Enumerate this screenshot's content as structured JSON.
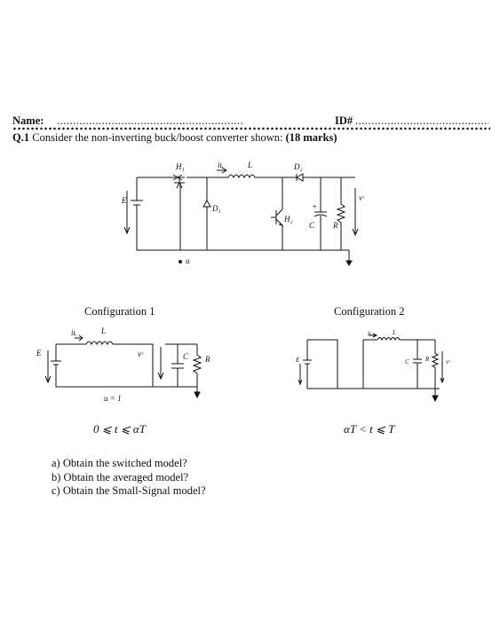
{
  "header": {
    "name_label": "Name:",
    "id_label": "ID#",
    "name_dots": "......................................................................",
    "id_dots": "..............................................."
  },
  "question": {
    "number": "Q.1",
    "text": "Consider the non-inverting buck/boost converter shown:",
    "marks": "(18 marks)"
  },
  "main_circuit": {
    "labels": {
      "E": "E",
      "H1": "H₁",
      "iL": "iʟ",
      "L": "L",
      "D2": "D₂",
      "D1": "D₁",
      "H2": "H₂",
      "C": "C",
      "R": "R",
      "vc": "vᶜ",
      "u": "u",
      "plus": "+"
    }
  },
  "configurations": [
    {
      "title": "Configuration 1",
      "interval": "0 ⩽ t ⩽ αT",
      "labels": {
        "E": "E",
        "iL": "iʟ",
        "L": "L",
        "vc": "vᶜ",
        "C": "C",
        "R": "R",
        "u_eq": "u = 1"
      }
    },
    {
      "title": "Configuration 2",
      "interval": "αT < t ⩽ T",
      "labels": {
        "E": "E",
        "iL": "iʟ",
        "L": "L",
        "C": "C",
        "R": "R",
        "vc": "vᶜ"
      }
    }
  ],
  "subquestions": [
    "a)  Obtain the switched model?",
    "b)  Obtain the averaged model?",
    "c)  Obtain the Small-Signal model?"
  ]
}
